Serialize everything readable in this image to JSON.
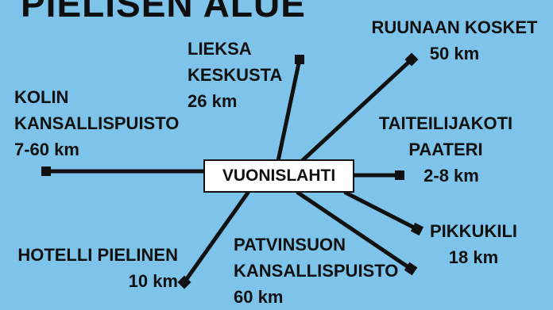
{
  "title": "PIELISEN ALUE",
  "center": "VUONISLAHTI",
  "destinations": {
    "lieksa": {
      "line1": "LIEKSA",
      "line2": "KESKUSTA",
      "distance": "26 km"
    },
    "ruunaa": {
      "name": "RUUNAAN KOSKET",
      "distance": "50 km"
    },
    "koli": {
      "line1": "KOLIN",
      "line2": "KANSALLISPUISTO",
      "distance": "7-60 km"
    },
    "paateri": {
      "line1": "TAITEILIJAKOTI",
      "line2": "PAATERI",
      "distance": "2-8 km"
    },
    "pikkukili": {
      "name": "PIKKUKILI",
      "distance": "18 km"
    },
    "patvinsuo": {
      "line1": "PATVINSUON",
      "line2": "KANSALLISPUISTO",
      "distance": "60 km"
    },
    "hotelli": {
      "name": "HOTELLI PIELINEN",
      "distance": "10 km"
    }
  },
  "colors": {
    "background": "#7ec4ea",
    "line": "#111111",
    "box": "#ffffff"
  }
}
